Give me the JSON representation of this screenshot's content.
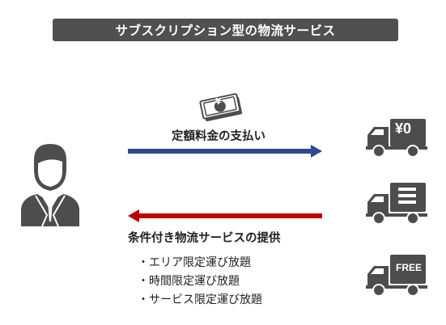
{
  "title": "サブスクリプション型の物流サービス",
  "payment": {
    "label": "定額料金の支払い",
    "money_symbol": "¥"
  },
  "service": {
    "label": "条件付き物流サービスの提供",
    "conditions": [
      "・エリア限定運び放題",
      "・時間限定運び放題",
      "・サービス限定運び放題"
    ]
  },
  "trucks": [
    {
      "icon": "truck-yen-zero-icon",
      "text": "¥0"
    },
    {
      "icon": "truck-list-icon",
      "text": ""
    },
    {
      "icon": "truck-free-icon",
      "text": "FREE"
    }
  ],
  "colors": {
    "title_bg": "#505050",
    "payment_arrow": "#2c4a8c",
    "service_arrow": "#c00000",
    "icon": "#4d4d4d"
  }
}
